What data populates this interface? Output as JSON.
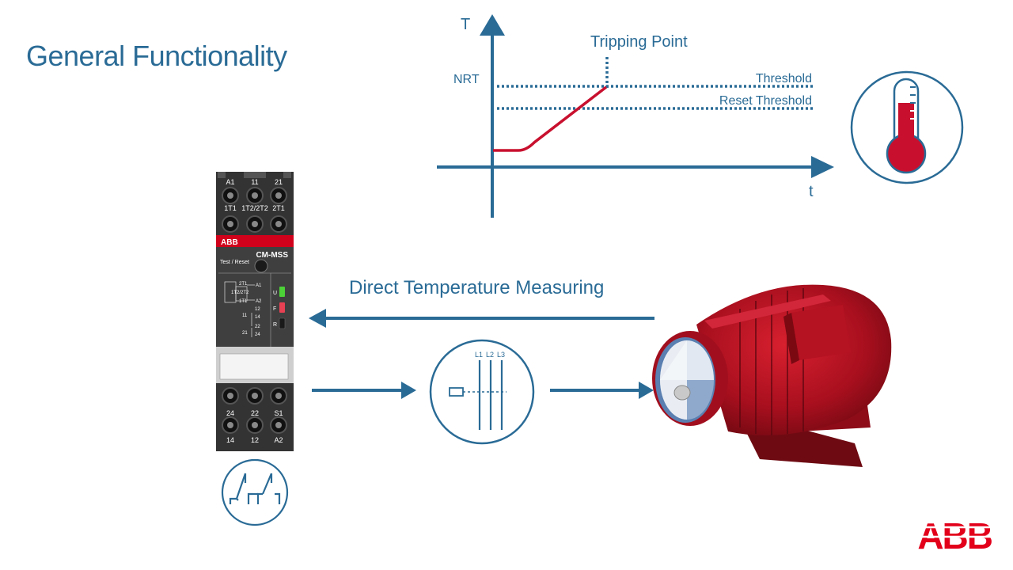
{
  "title": "General Functionality",
  "graph": {
    "y_axis_label": "T",
    "x_axis_label": "t",
    "nrt_label": "NRT",
    "tripping_point_label": "Tripping Point",
    "threshold_label": "Threshold",
    "reset_threshold_label": "Reset Threshold"
  },
  "arrow_label": "Direct Temperature Measuring",
  "device": {
    "brand": "ABB",
    "model": "CM-MSS",
    "test_reset_label": "Test / Reset",
    "top_terminals_row1": [
      "A1",
      "11",
      "21"
    ],
    "top_terminals_row2": [
      "1T1",
      "1T2/2T2",
      "2T1"
    ],
    "bottom_terminals_row1": [
      "24",
      "22",
      "S1"
    ],
    "bottom_terminals_row2": [
      "14",
      "12",
      "A2"
    ],
    "leds": [
      "U",
      "F",
      "R"
    ],
    "schematic_labels": [
      "2T1",
      "1T2/2T2",
      "1T1",
      "A1",
      "A2",
      "12",
      "11",
      "14",
      "22",
      "21",
      "24"
    ]
  },
  "phase_labels": [
    "L1",
    "L2",
    "L3"
  ],
  "logo": "ABB",
  "colors": {
    "blue": "#2a6b96",
    "red": "#c8102e",
    "device_body": "#3a3a3a",
    "device_band": "#d0021b"
  }
}
